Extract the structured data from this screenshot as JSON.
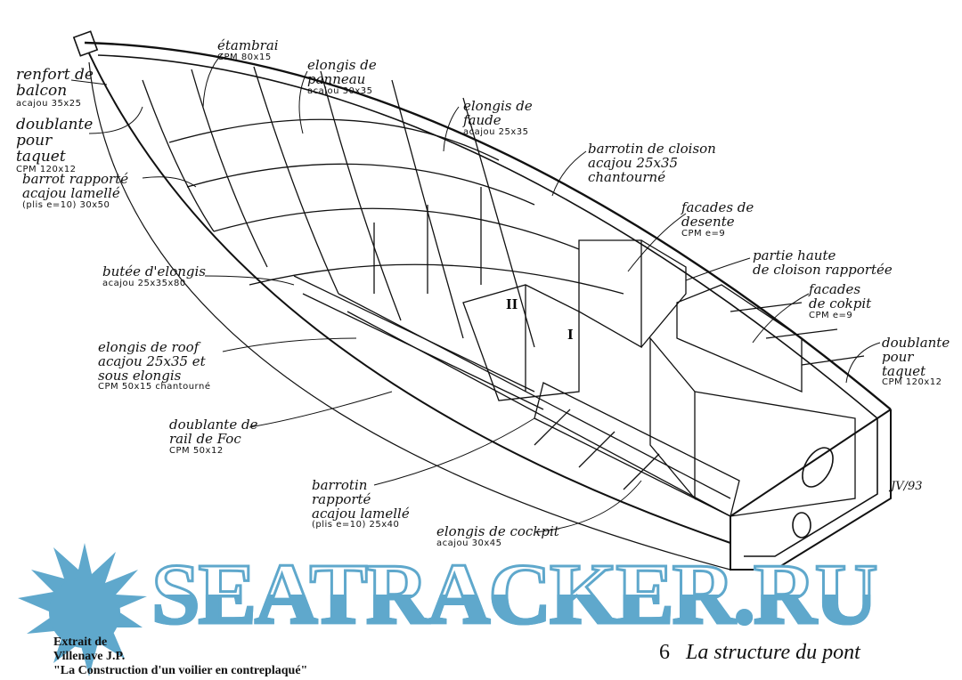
{
  "title": {
    "number": "6",
    "text": "La structure du pont"
  },
  "credit": {
    "line1": "Extrait de",
    "line2": "Villenave J.P.",
    "line3": "\"La Construction d'un voilier en contreplaqué\""
  },
  "watermark": "SEATRACKER.RU",
  "signature": "JV/93",
  "markers": [
    "I",
    "II"
  ],
  "labels": [
    {
      "main": "étambrai",
      "spec": "CPM 80x15"
    },
    {
      "main": "elongis de panneau",
      "spec": "acajou 30x35"
    },
    {
      "main": "elongis de faude",
      "spec": "acajou 25x35"
    },
    {
      "main": "barrotin de cloison acajou 25x35",
      "spec": "chantourné"
    },
    {
      "main": "facades de desente",
      "spec": "CPM e=9"
    },
    {
      "main": "partie haute",
      "spec": "de cloison rapportée"
    },
    {
      "main": "facades de cokpit",
      "spec": "CPM e=9"
    },
    {
      "main": "doublante pour taquet",
      "spec": "CPM 120x12"
    },
    {
      "main": "renfort de balcon",
      "spec": "acajou 35x25"
    },
    {
      "main": "doublante pour taquet",
      "spec": "CPM 120x12"
    },
    {
      "main": "barrot rapporté acajou lamellé",
      "spec": "(plis e=10) 30x50"
    },
    {
      "main": "butée d'elongis",
      "spec": "acajou 25x35x80"
    },
    {
      "main": "elongis de roof acajou 25x35 et sous elongis",
      "spec": "CPM 50x15 chantourné"
    },
    {
      "main": "doublante de rail de Foc",
      "spec": "CPM 50x12"
    },
    {
      "main": "barrotin rapporté acajou lamellé",
      "spec": "(plis e=10) 25x40"
    },
    {
      "main": "elongis de cockpit",
      "spec": "acajou 30x45"
    }
  ],
  "colors": {
    "ink": "#111111",
    "watermark": "#5fa8cc"
  }
}
